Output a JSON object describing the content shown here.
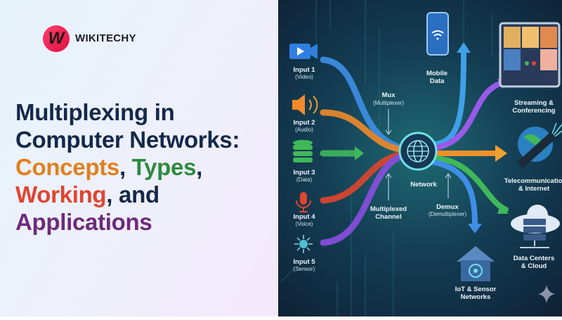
{
  "brand": {
    "logo_letter": "W",
    "name": "WIKITECHY"
  },
  "title": {
    "line1": "Multiplexing in",
    "line2": "Computer Networks:",
    "concepts": "Concepts",
    "comma1": ", ",
    "types": "Types",
    "comma2": ",",
    "working": "Working",
    "and": ", and",
    "applications": "Applications"
  },
  "diagram": {
    "inputs": [
      {
        "label": "Input 1",
        "sub": "(Video)"
      },
      {
        "label": "Input 2",
        "sub": "(Audio)"
      },
      {
        "label": "Input 3",
        "sub": "(Data)"
      },
      {
        "label": "Input 4",
        "sub": "(Voice)"
      },
      {
        "label": "Input 5",
        "sub": "(Sensor)"
      }
    ],
    "mux": {
      "label": "Mux",
      "sub": "(Multiplexer)"
    },
    "channel": {
      "line1": "Multiplexed",
      "line2": "Channel"
    },
    "network": "Network",
    "demux": {
      "label": "Demux",
      "sub": "(Demultiplexer)"
    },
    "outputs": {
      "mobile": {
        "line1": "Mobile",
        "line2": "Data"
      },
      "streaming": {
        "line1": "Streaming &",
        "line2": "Conferencing"
      },
      "telecom": {
        "line1": "Telecommunication",
        "line2": "& Internet"
      },
      "datacenter": {
        "line1": "Data Centers",
        "line2": "& Cloud"
      },
      "iot": {
        "line1": "IoT & Sensor",
        "line2": "Networks"
      }
    },
    "colors": {
      "video": "#3f8fe8",
      "audio": "#f08a2a",
      "data": "#3fb85a",
      "voice": "#e0452f",
      "sensor": "#8a4fe0"
    }
  }
}
